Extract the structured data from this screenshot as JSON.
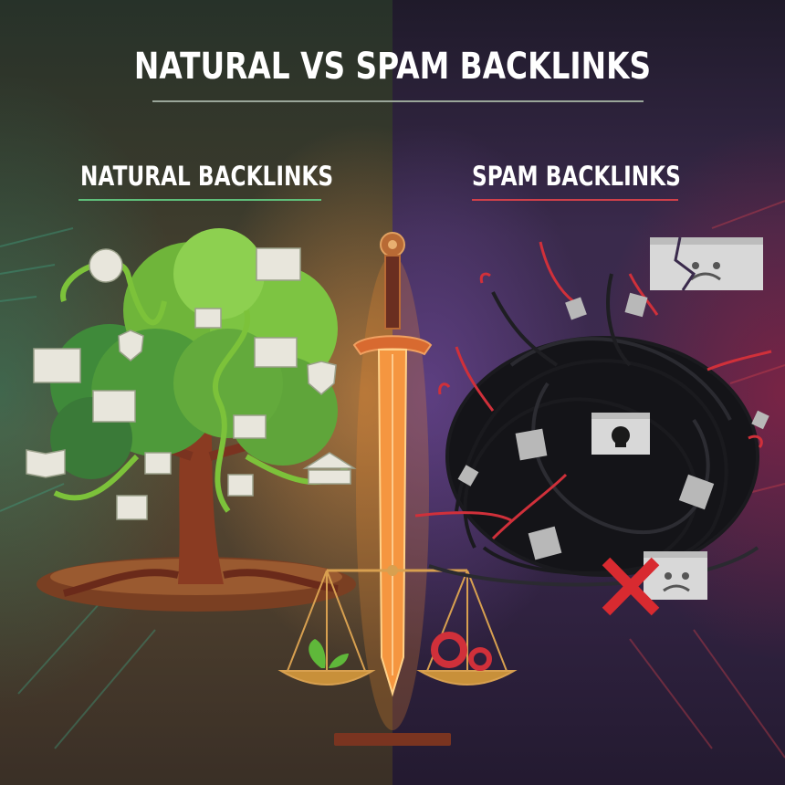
{
  "title": "NATURAL VS SPAM BACKLINKS",
  "left_panel": {
    "heading": "NATURAL BACKLINKS",
    "accent_color": "#5fbf7a",
    "illustration": "healthy-tree",
    "icons": [
      "globe-icon",
      "webpage-icon",
      "shield-icon",
      "webpage-icon",
      "shield-heart-icon",
      "webpage-icon",
      "webpage-icon",
      "book-icon",
      "webpage-icon",
      "institution-icon",
      "webpage-icon",
      "webpage-icon"
    ]
  },
  "right_panel": {
    "heading": "SPAM BACKLINKS",
    "accent_color": "#d0404a",
    "illustration": "tangled-wire-ball",
    "icons": [
      "broken-sad-webpage-icon",
      "skull-webpage-icon",
      "sad-webpage-icon",
      "red-x-icon",
      "chain-icon",
      "hook-icon"
    ]
  },
  "center": {
    "illustration": "sword-and-scale",
    "left_pan": "sprout-icon",
    "right_pan": "gears-icon"
  },
  "colors": {
    "left_bg": "#3a3a2c",
    "right_bg": "#3a2a4c",
    "sword_glow": "#f08a30",
    "spam_red": "#d0303a"
  }
}
